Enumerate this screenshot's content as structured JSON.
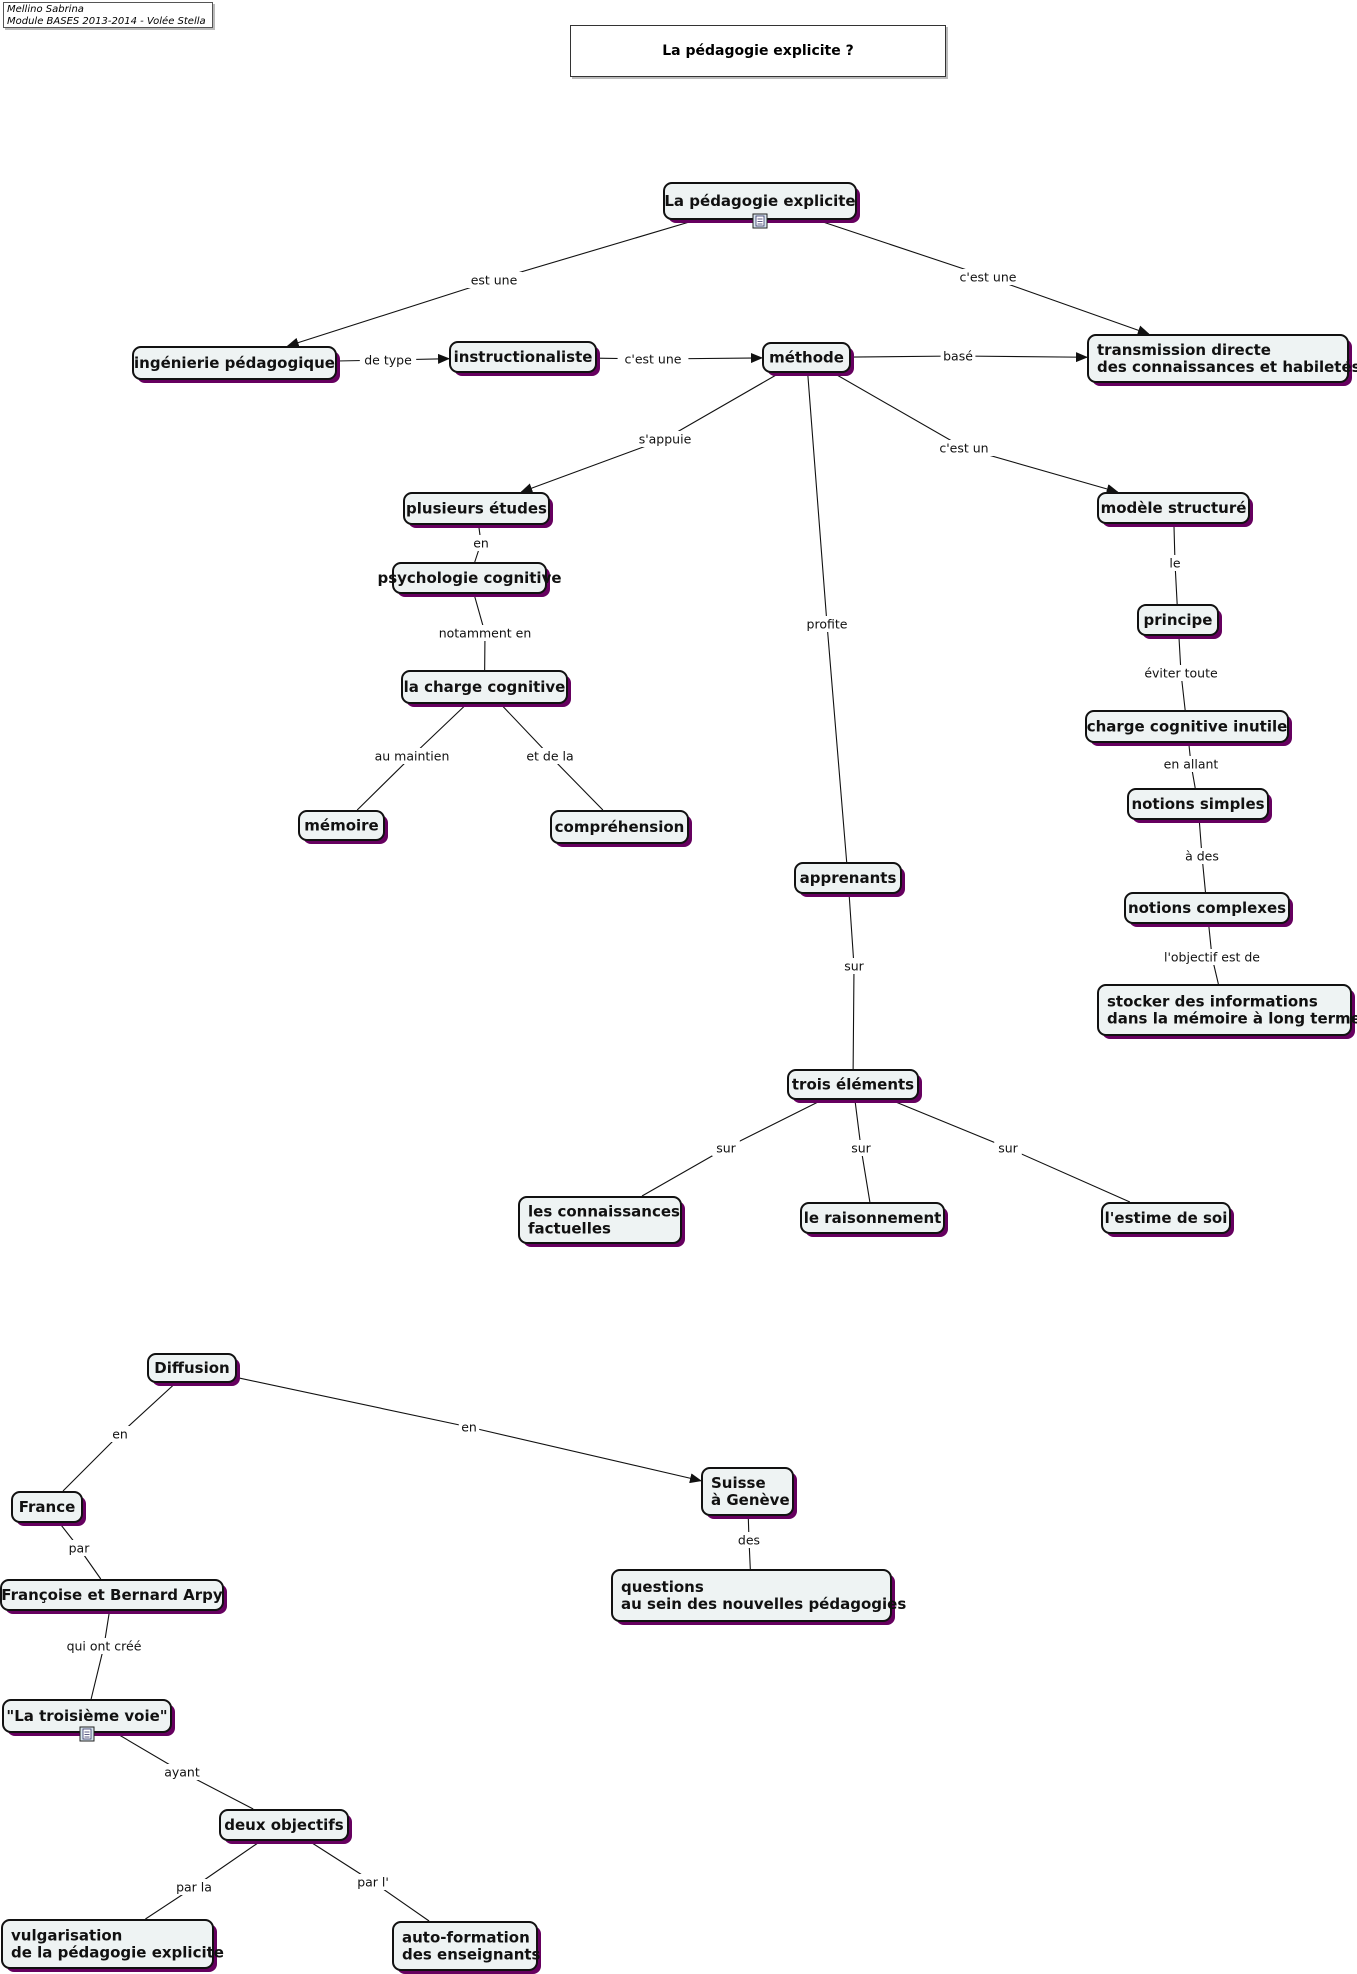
{
  "header": {
    "line1": "Mellino Sabrina",
    "line2": "Module BASES 2013-2014 - Volée Stella"
  },
  "title": "La pédagogie explicite ?",
  "nodes": [
    {
      "id": "n1",
      "lines": [
        "La pédagogie explicite"
      ]
    },
    {
      "id": "n2",
      "lines": [
        "ingénierie pédagogique"
      ]
    },
    {
      "id": "n3",
      "lines": [
        "instructionaliste"
      ]
    },
    {
      "id": "n4",
      "lines": [
        "méthode"
      ]
    },
    {
      "id": "n5",
      "lines": [
        "transmission directe",
        "des connaissances et habiletés"
      ]
    },
    {
      "id": "n6",
      "lines": [
        "plusieurs études"
      ]
    },
    {
      "id": "n7",
      "lines": [
        "psychologie cognitive"
      ]
    },
    {
      "id": "n8",
      "lines": [
        "la charge cognitive"
      ]
    },
    {
      "id": "n9",
      "lines": [
        "mémoire"
      ]
    },
    {
      "id": "n10",
      "lines": [
        "compréhension"
      ]
    },
    {
      "id": "n11",
      "lines": [
        "modèle structuré"
      ]
    },
    {
      "id": "n12",
      "lines": [
        "principe"
      ]
    },
    {
      "id": "n13",
      "lines": [
        "charge cognitive inutile"
      ]
    },
    {
      "id": "n14",
      "lines": [
        "notions simples"
      ]
    },
    {
      "id": "n15",
      "lines": [
        "notions complexes"
      ]
    },
    {
      "id": "n16",
      "lines": [
        "stocker des informations",
        "dans la mémoire à long terme"
      ]
    },
    {
      "id": "n17",
      "lines": [
        "apprenants"
      ]
    },
    {
      "id": "n18",
      "lines": [
        "trois éléments"
      ]
    },
    {
      "id": "n19",
      "lines": [
        "les connaissances",
        "factuelles"
      ]
    },
    {
      "id": "n20",
      "lines": [
        "le raisonnement"
      ]
    },
    {
      "id": "n21",
      "lines": [
        "l'estime de soi"
      ]
    },
    {
      "id": "n22",
      "lines": [
        "Diffusion"
      ]
    },
    {
      "id": "n23",
      "lines": [
        "France"
      ]
    },
    {
      "id": "n24",
      "lines": [
        "Suisse",
        "à Genève"
      ]
    },
    {
      "id": "n25",
      "lines": [
        "questions",
        "au sein des nouvelles pédagogies"
      ]
    },
    {
      "id": "n26",
      "lines": [
        "Françoise et Bernard Arpy"
      ]
    },
    {
      "id": "n27",
      "lines": [
        "\"La troisième voie\""
      ]
    },
    {
      "id": "n28",
      "lines": [
        "deux objectifs"
      ]
    },
    {
      "id": "n29",
      "lines": [
        "vulgarisation",
        "de la pédagogie explicite"
      ]
    },
    {
      "id": "n30",
      "lines": [
        "auto-formation",
        "des enseignants"
      ]
    }
  ],
  "edges": [
    {
      "from": "n1",
      "to": "n2",
      "label": "est une",
      "arrow": true
    },
    {
      "from": "n1",
      "to": "n5",
      "label": "c'est une",
      "arrow": true
    },
    {
      "from": "n2",
      "to": "n3",
      "label": "de type",
      "arrow": true
    },
    {
      "from": "n3",
      "to": "n4",
      "label": "c'est une",
      "arrow": true
    },
    {
      "from": "n4",
      "to": "n5",
      "label": "basé",
      "arrow": true
    },
    {
      "from": "n4",
      "to": "n6",
      "label": "s'appuie",
      "arrow": true
    },
    {
      "from": "n4",
      "to": "n11",
      "label": "c'est un",
      "arrow": true
    },
    {
      "from": "n4",
      "to": "n17",
      "label": "profite",
      "arrow": false
    },
    {
      "from": "n6",
      "to": "n7",
      "label": "en",
      "arrow": false
    },
    {
      "from": "n7",
      "to": "n8",
      "label": "notamment en",
      "arrow": false
    },
    {
      "from": "n8",
      "to": "n9",
      "label": "au maintien",
      "arrow": false
    },
    {
      "from": "n8",
      "to": "n10",
      "label": "et de la",
      "arrow": false
    },
    {
      "from": "n11",
      "to": "n12",
      "label": "le",
      "arrow": false
    },
    {
      "from": "n12",
      "to": "n13",
      "label": "éviter toute",
      "arrow": false
    },
    {
      "from": "n13",
      "to": "n14",
      "label": "en allant",
      "arrow": false
    },
    {
      "from": "n14",
      "to": "n15",
      "label": "à des",
      "arrow": false
    },
    {
      "from": "n15",
      "to": "n16",
      "label": "l'objectif est de",
      "arrow": false
    },
    {
      "from": "n17",
      "to": "n18",
      "label": "sur",
      "arrow": false
    },
    {
      "from": "n18",
      "to": "n19",
      "label": "sur",
      "arrow": false
    },
    {
      "from": "n18",
      "to": "n20",
      "label": "sur",
      "arrow": false
    },
    {
      "from": "n18",
      "to": "n21",
      "label": "sur",
      "arrow": false
    },
    {
      "from": "n22",
      "to": "n23",
      "label": "en",
      "arrow": false
    },
    {
      "from": "n22",
      "to": "n24",
      "label": "en",
      "arrow": true
    },
    {
      "from": "n24",
      "to": "n25",
      "label": "des",
      "arrow": false
    },
    {
      "from": "n23",
      "to": "n26",
      "label": "par",
      "arrow": false
    },
    {
      "from": "n26",
      "to": "n27",
      "label": "qui ont créé",
      "arrow": false
    },
    {
      "from": "n27",
      "to": "n28",
      "label": "ayant",
      "arrow": false
    },
    {
      "from": "n28",
      "to": "n29",
      "label": "par la",
      "arrow": false
    },
    {
      "from": "n28",
      "to": "n30",
      "label": "par l'",
      "arrow": false
    }
  ],
  "colors": {
    "node_fill": "#eef3f3",
    "node_shadow": "#66005f",
    "stroke": "#111111"
  },
  "resource_icons": [
    "document-icon",
    "document-icon"
  ]
}
